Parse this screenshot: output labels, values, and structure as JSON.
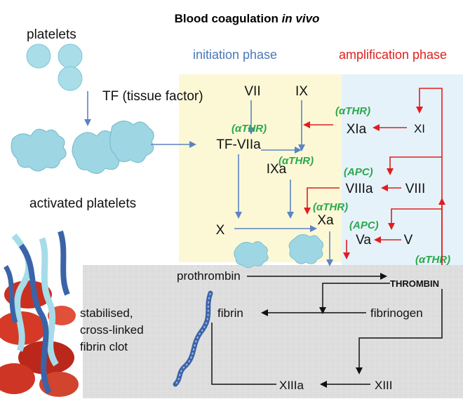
{
  "title": {
    "main": "Blood coagulation ",
    "italic": "in vivo"
  },
  "phases": {
    "initiation": "initiation phase",
    "amplification": "amplification phase"
  },
  "labels": {
    "platelets": "platelets",
    "activated_platelets": "activated platelets",
    "tf": "TF (tissue factor)",
    "vii": "VII",
    "ix": "IX",
    "tf_viia": "TF-VIIa",
    "ixa": "IXa",
    "x": "X",
    "xa": "Xa",
    "xia": "XIa",
    "xi": "XI",
    "viiia": "VIIIa",
    "viii": "VIII",
    "va": "Va",
    "v": "V",
    "prothrombin": "prothrombin",
    "thrombin": "THROMBIN",
    "fibrin": "fibrin",
    "fibrinogen": "fibrinogen",
    "xiiia": "XIIIa",
    "xiii": "XIII",
    "clot_line1": "stabilised,",
    "clot_line2": "cross-linked",
    "clot_line3": "fibrin clot"
  },
  "annotations": {
    "athr_1": "(αTHR)",
    "athr_2": "(αTHR)",
    "athr_3": "(αTHR)",
    "athr_4": "(αTHR)",
    "athr_5": "(αTHR)",
    "apc_1": "(APC)",
    "apc_2": "(APC)"
  },
  "colors": {
    "blue_arrow": "#5b84c4",
    "red_arrow": "#e01e1e",
    "green_text": "#2aa84a",
    "initiation_bg": "#fcf8d6",
    "amplification_bg": "#e6f2fa",
    "thrombin_bg": "#dcdcdc"
  }
}
